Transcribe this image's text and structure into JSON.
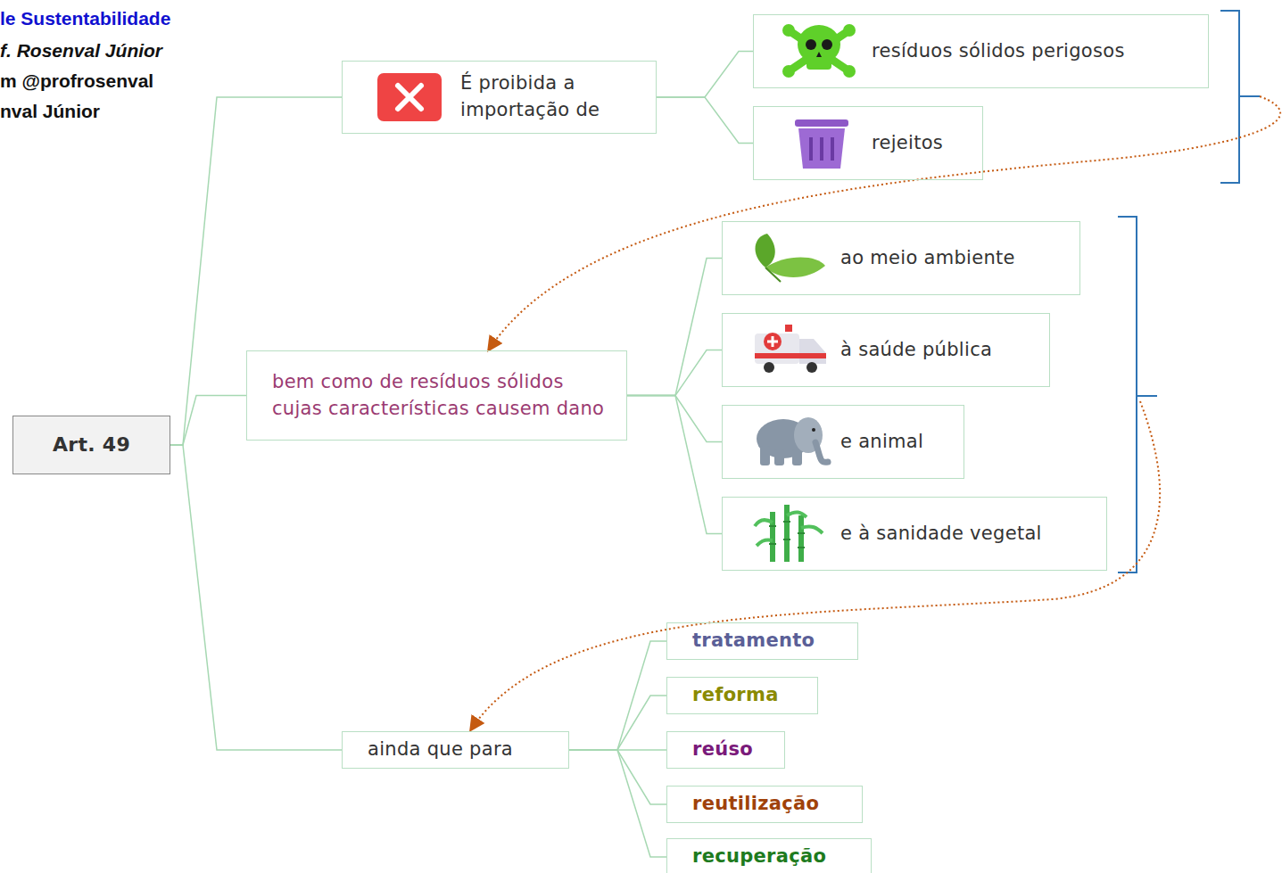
{
  "diagram": {
    "nodes": [
      {
        "text": [
          "Art. 49"
        ]
      },
      {
        "text": [
          "É proibida a importação de"
        ]
      },
      {
        "text": [
          "resíduos sólidos perigosos"
        ]
      },
      {
        "text": [
          "rejeitos"
        ]
      },
      {
        "text": [
          "bem como de resíduos sólidos cujas características causem dano"
        ]
      },
      {
        "text": [
          "ao meio ambiente"
        ]
      },
      {
        "text": [
          "à saúde pública"
        ]
      },
      {
        "text": [
          "e animal"
        ]
      },
      {
        "text": [
          "e à sanidade vegetal"
        ]
      },
      {
        "text": [
          "ainda que para"
        ]
      },
      {
        "text": [
          "tratamento"
        ]
      },
      {
        "text": [
          "reforma"
        ]
      },
      {
        "text": [
          "reúso"
        ]
      },
      {
        "text": [
          "reutilização"
        ]
      },
      {
        "text": [
          "recuperação"
        ]
      }
    ],
    "edges": [
      {
        "from": 0,
        "to": 1,
        "arrow": "none"
      },
      {
        "from": 0,
        "to": 4,
        "arrow": "none"
      },
      {
        "from": 0,
        "to": 9,
        "arrow": "none"
      },
      {
        "from": 1,
        "to": 2,
        "arrow": "none"
      },
      {
        "from": 1,
        "to": 3,
        "arrow": "none"
      },
      {
        "from": 4,
        "to": 5,
        "arrow": "none"
      },
      {
        "from": 4,
        "to": 6,
        "arrow": "none"
      },
      {
        "from": 4,
        "to": 7,
        "arrow": "none"
      },
      {
        "from": 4,
        "to": 8,
        "arrow": "none"
      },
      {
        "from": 9,
        "to": 10,
        "arrow": "none"
      },
      {
        "from": 9,
        "to": 11,
        "arrow": "none"
      },
      {
        "from": 9,
        "to": 12,
        "arrow": "none"
      },
      {
        "from": 9,
        "to": 13,
        "arrow": "none"
      },
      {
        "from": 9,
        "to": 14,
        "arrow": "none"
      }
    ],
    "labels": [
      "le Sustentabilidade",
      "f. Rosenval Júnior",
      "m @profrosenval",
      "nval Júnior"
    ]
  }
}
